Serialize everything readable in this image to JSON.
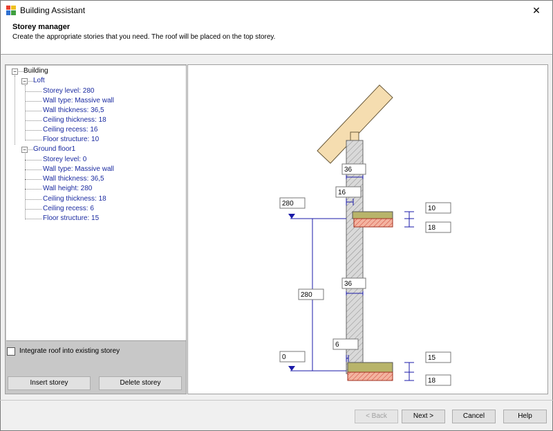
{
  "window": {
    "title": "Building Assistant",
    "close_glyph": "✕"
  },
  "header": {
    "title": "Storey manager",
    "subtitle": "Create the appropriate stories that you need. The roof will be placed on the top storey."
  },
  "tree": {
    "root": "Building",
    "storeys": [
      {
        "name": "Loft",
        "properties": [
          "Storey level: 280",
          "Wall type: Massive wall",
          "Wall thickness: 36,5",
          "Ceiling thickness: 18",
          "Ceiling recess: 16",
          "Floor structure: 10"
        ]
      },
      {
        "name": "Ground floor1",
        "properties": [
          "Storey level: 0",
          "Wall type: Massive wall",
          "Wall thickness: 36,5",
          "Wall height: 280",
          "Ceiling thickness: 18",
          "Ceiling recess: 6",
          "Floor structure: 15"
        ]
      }
    ]
  },
  "options": {
    "integrate_roof_label": "Integrate roof into existing storey",
    "integrate_roof_checked": false
  },
  "buttons": {
    "insert_storey": "Insert storey",
    "delete_storey": "Delete storey",
    "back": "< Back",
    "next": "Next >",
    "cancel": "Cancel",
    "help": "Help"
  },
  "drawing": {
    "upper_wall_thickness": "36",
    "upper_ceiling_recess": "16",
    "upper_level": "280",
    "upper_floor_structure": "10",
    "upper_ceiling_thickness": "18",
    "wall_height": "280",
    "lower_wall_thickness": "36",
    "lower_ceiling_recess": "6",
    "lower_level": "0",
    "lower_floor_structure": "15",
    "lower_ceiling_thickness": "18"
  },
  "colors": {
    "dimension_line": "#1a1aa8",
    "wall_hatch": "#b0b0b0",
    "roof": "#f5ddb0",
    "floor_structure": "#b8b46a",
    "ceiling_hatch": "#e8706a"
  }
}
